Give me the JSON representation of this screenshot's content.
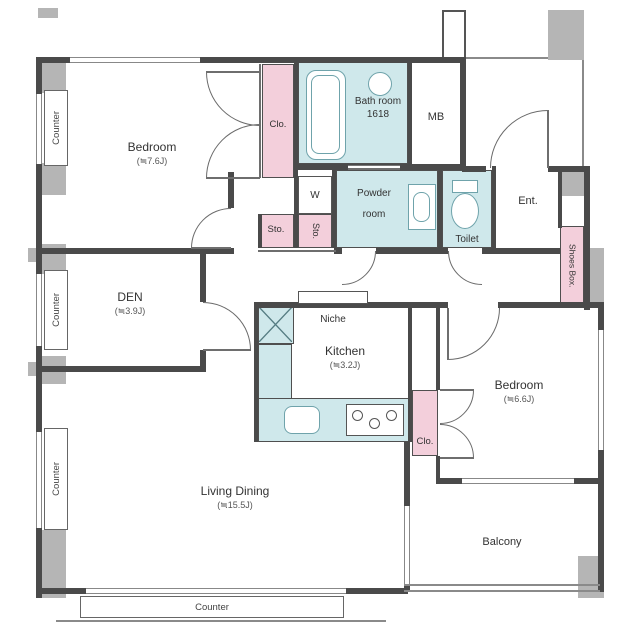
{
  "plan": {
    "rooms": {
      "bedroom1": {
        "name": "Bedroom",
        "size": "(≒7.6J)"
      },
      "bedroom2": {
        "name": "Bedroom",
        "size": "(≒6.6J)"
      },
      "den": {
        "name": "DEN",
        "size": "(≒3.9J)"
      },
      "living": {
        "name": "Living Dining",
        "size": "(≒15.5J)"
      },
      "kitchen": {
        "name": "Kitchen",
        "size": "(≒3.2J)"
      },
      "bath": {
        "name": "Bath room",
        "size": "1618"
      },
      "powder": {
        "name": "Powder room"
      },
      "toilet": {
        "name": "Toilet"
      },
      "entrance": {
        "name": "Ent."
      },
      "balcony": {
        "name": "Balcony"
      },
      "mb": {
        "name": "MB"
      },
      "niche": {
        "name": "Niche"
      }
    },
    "storage": {
      "closet1": "Clo.",
      "closet2": "Clo.",
      "sto1": "Sto.",
      "sto2": "Sto.",
      "shoes_box": "Shoes Box.",
      "washer": "W"
    },
    "counters": {
      "left_top": "Counter",
      "left_mid": "Counter",
      "left_bottom": "Counter",
      "bottom": "Counter"
    },
    "colors": {
      "wall": "#4a4a4a",
      "pillar": "#b5b5b5",
      "closet": "#f3cfdb",
      "wet_area": "#cfe8eb",
      "fixture_line": "#6fa3ab"
    }
  }
}
